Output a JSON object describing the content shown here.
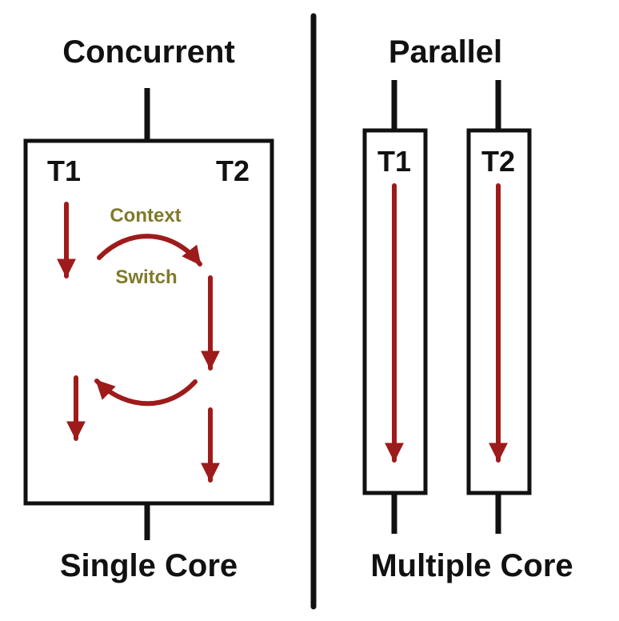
{
  "colors": {
    "ink": "#111111",
    "arrow": "#9e1b1b",
    "context_text": "#7f7a2a"
  },
  "left": {
    "title": "Concurrent",
    "footer": "Single Core",
    "thread1": "T1",
    "thread2": "T2",
    "context_line1": "Context",
    "context_line2": "Switch"
  },
  "right": {
    "title": "Parallel",
    "footer": "Multiple Core",
    "thread1": "T1",
    "thread2": "T2"
  }
}
